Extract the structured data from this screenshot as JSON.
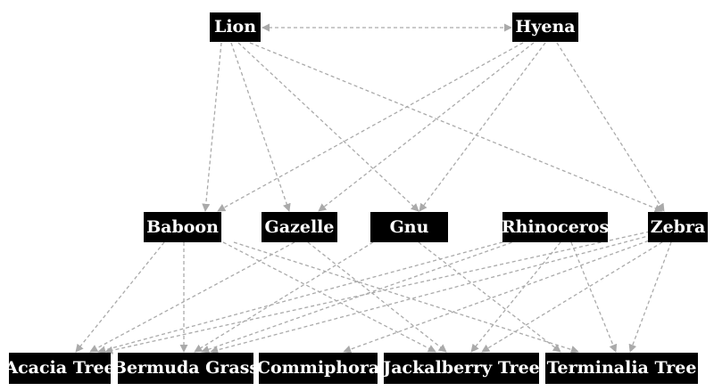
{
  "nodes": {
    "lion": "Lion",
    "hyena": "Hyena",
    "baboon": "Baboon",
    "gazelle": "Gazelle",
    "gnu": "Gnu",
    "rhinoceros": "Rhinoceros",
    "zebra": "Zebra",
    "acacia": "Acacia Tree",
    "bermuda": "Bermuda Grass",
    "commiphora": "Commiphora",
    "jackalberry": "Jackalberry Tree",
    "terminalia": "Terminalia Tree"
  },
  "edges": [
    {
      "from": "lion",
      "to": "hyena",
      "bidirectional": true
    },
    {
      "from": "lion",
      "to": "baboon"
    },
    {
      "from": "lion",
      "to": "gazelle"
    },
    {
      "from": "lion",
      "to": "gnu"
    },
    {
      "from": "lion",
      "to": "zebra"
    },
    {
      "from": "hyena",
      "to": "baboon"
    },
    {
      "from": "hyena",
      "to": "gazelle"
    },
    {
      "from": "hyena",
      "to": "gnu"
    },
    {
      "from": "hyena",
      "to": "zebra"
    },
    {
      "from": "baboon",
      "to": "acacia"
    },
    {
      "from": "baboon",
      "to": "bermuda"
    },
    {
      "from": "baboon",
      "to": "jackalberry"
    },
    {
      "from": "baboon",
      "to": "terminalia"
    },
    {
      "from": "gazelle",
      "to": "acacia"
    },
    {
      "from": "gazelle",
      "to": "jackalberry"
    },
    {
      "from": "gnu",
      "to": "bermuda"
    },
    {
      "from": "gnu",
      "to": "terminalia"
    },
    {
      "from": "rhinoceros",
      "to": "acacia"
    },
    {
      "from": "rhinoceros",
      "to": "bermuda"
    },
    {
      "from": "rhinoceros",
      "to": "jackalberry"
    },
    {
      "from": "rhinoceros",
      "to": "terminalia"
    },
    {
      "from": "zebra",
      "to": "acacia"
    },
    {
      "from": "zebra",
      "to": "bermuda"
    },
    {
      "from": "zebra",
      "to": "commiphora"
    },
    {
      "from": "zebra",
      "to": "jackalberry"
    },
    {
      "from": "zebra",
      "to": "terminalia"
    }
  ],
  "colors": {
    "node_fill": "#000000",
    "node_text": "#ffffff",
    "edge": "#aaaaaa"
  }
}
